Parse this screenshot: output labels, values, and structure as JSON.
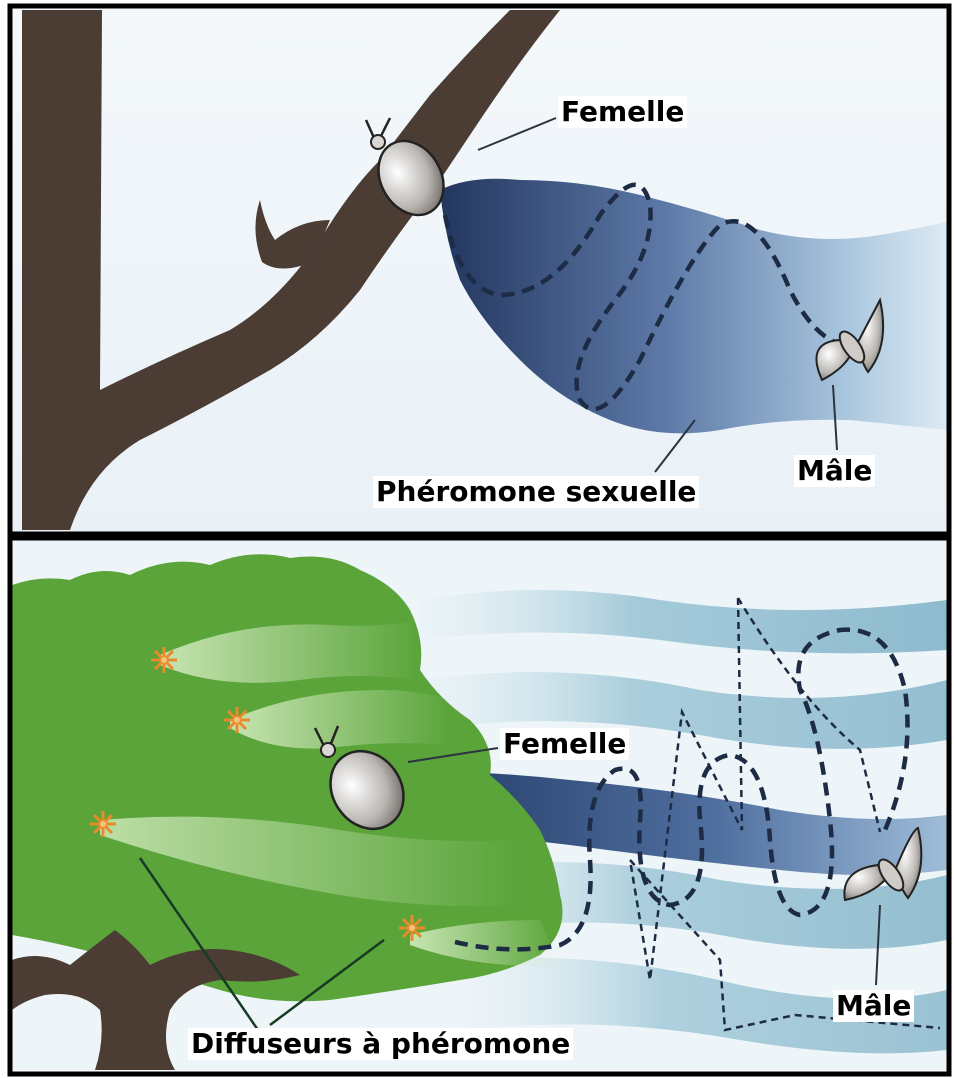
{
  "panels": {
    "top": {
      "female_label": "Femelle",
      "pheromone_label": "Phéromone sexuelle",
      "male_label": "Mâle"
    },
    "bottom": {
      "female_label": "Femelle",
      "male_label": "Mâle",
      "diffusers_label": "Diffuseurs à phéromone"
    }
  },
  "colors": {
    "frame": "#000000",
    "trunk": "#4a3b33",
    "plume_dark": "#2a3f6e",
    "plume_light": "#b9d7e3",
    "foliage": "#5aa43a",
    "foliage_light": "#a9d68f",
    "diffuser": "#e98a2b",
    "wind_band": "#7fb3c9"
  }
}
